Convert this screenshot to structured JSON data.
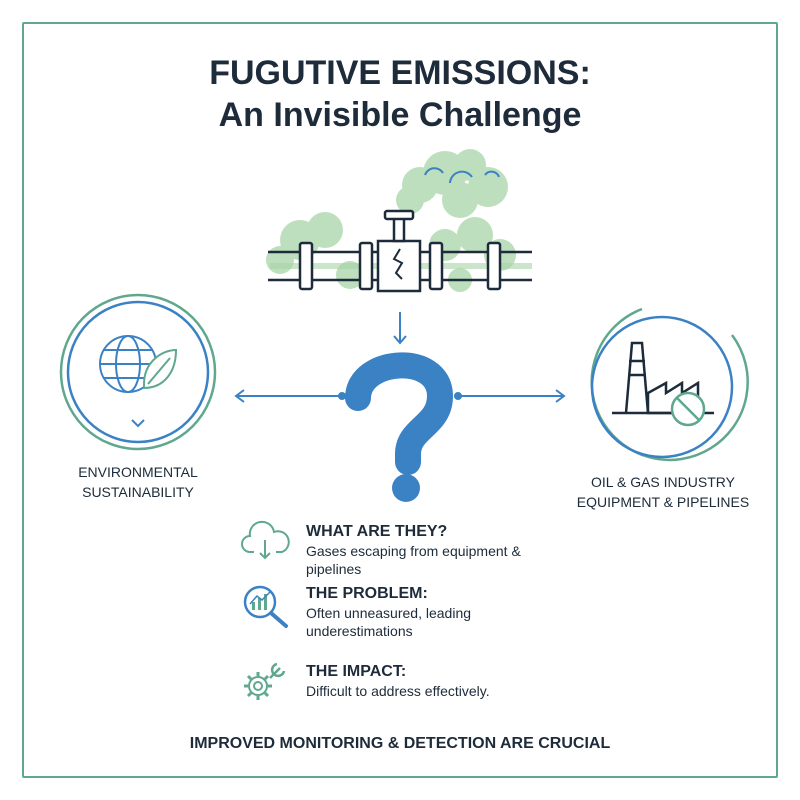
{
  "title": {
    "line1": "FUGUTIVE EMISSIONS:",
    "line2": "An Invisible Challenge"
  },
  "left": {
    "line1": "ENVIRONMENTAL",
    "line2": "SUSTAINABILITY"
  },
  "right": {
    "line1": "OIL & GAS INDUSTRY",
    "line2": "EQUIPMENT & PIPELINES"
  },
  "center_symbol": "?",
  "items": [
    {
      "heading": "WHAT ARE THEY?",
      "text": "Gases escaping from equipment & pipelines",
      "icon": "cloud-download-icon"
    },
    {
      "heading": "THE PROBLEM:",
      "text": "Often unneasured, leading underestimations",
      "icon": "magnifier-chart-icon"
    },
    {
      "heading": "THE IMPACT:",
      "text": "Difficult to address effectively.",
      "icon": "gear-wrench-icon"
    }
  ],
  "footer": "IMPROVED MONITORING & DETECTION ARE CRUCIAL",
  "colors": {
    "navy": "#1d2b3a",
    "blue": "#3b82c4",
    "green": "#5fa88e",
    "light_green": "#a8d5a8"
  }
}
